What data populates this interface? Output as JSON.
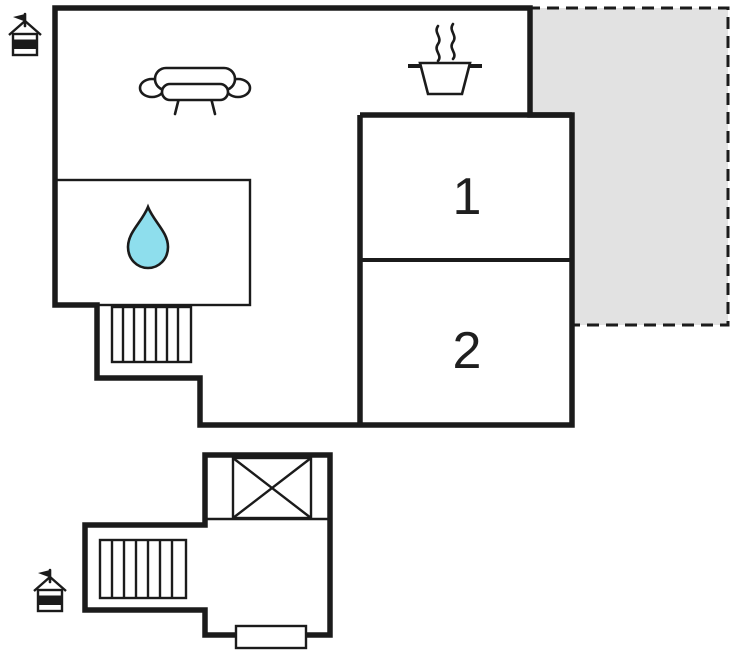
{
  "page": {
    "title": "Floor plan"
  },
  "colors": {
    "background": "#ffffff",
    "wall": "#1b1b1b",
    "terrace_fill": "#e2e2e2",
    "terrace_border": "#1b1b1b",
    "water_drop": "#8edeed"
  },
  "rooms": [
    {
      "name": "room-1",
      "label": "1"
    },
    {
      "name": "room-2",
      "label": "2"
    }
  ],
  "areas": {
    "terrace": "terrace-dashed-area",
    "main_building": "main-building-outline",
    "annex_building": "annex-building-outline",
    "bathroom": "bathroom-area"
  },
  "icons": {
    "sofa": "sofa-icon",
    "stove": "stove-pot-icon",
    "steam": "steam-icon",
    "water_drop": "water-drop-icon",
    "stairs_main": "stairs-icon",
    "stairs_annex": "stairs-icon",
    "skylight": "crossed-square-icon",
    "entrance_main": "entrance-house-icon",
    "entrance_annex": "entrance-house-icon",
    "door": "door-step-icon"
  }
}
